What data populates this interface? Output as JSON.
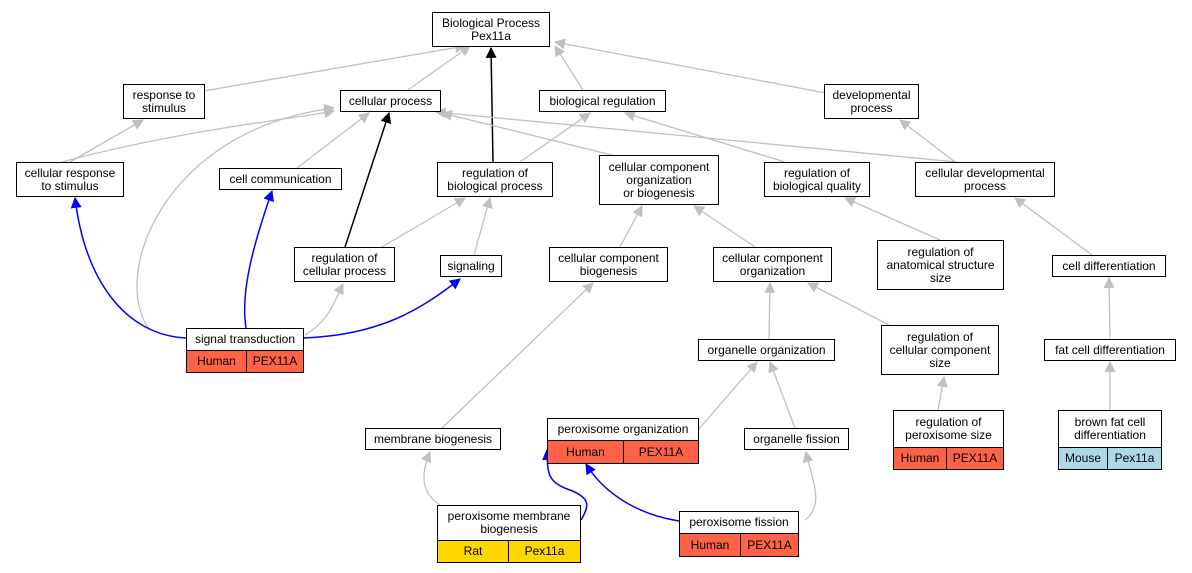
{
  "colors": {
    "is_a_edge": "#c0c0c0",
    "regulates_edge": "#000000",
    "annotation_path_edge": "#0000ff",
    "human": "#ff6347",
    "rat": "#ffd700",
    "mouse": "#add8e6"
  },
  "nodes": {
    "root": "Biological Process\nPex11a",
    "response_to_stimulus": "response to\nstimulus",
    "cellular_process": "cellular process",
    "biological_regulation": "biological regulation",
    "developmental_process": "developmental\nprocess",
    "cellular_response_to_stimulus": "cellular response\nto stimulus",
    "cell_communication": "cell communication",
    "regulation_of_biological_process": "regulation of\nbiological process",
    "cellular_component_organization_or_biogenesis": "cellular component\norganization\nor biogenesis",
    "regulation_of_biological_quality": "regulation of\nbiological quality",
    "cellular_developmental_process": "cellular developmental\nprocess",
    "regulation_of_cellular_process": "regulation of\ncellular process",
    "signaling": "signaling",
    "cellular_component_biogenesis": "cellular component\nbiogenesis",
    "cellular_component_organization": "cellular component\norganization",
    "regulation_of_anatomical_structure_size": "regulation of\nanatomical structure\nsize",
    "cell_differentiation": "cell differentiation",
    "signal_transduction": "signal transduction",
    "organelle_organization": "organelle organization",
    "regulation_of_cellular_component_size": "regulation of\ncellular component\nsize",
    "fat_cell_differentiation": "fat cell differentiation",
    "membrane_biogenesis": "membrane biogenesis",
    "peroxisome_organization": "peroxisome organization",
    "organelle_fission": "organelle fission",
    "regulation_of_peroxisome_size": "regulation of\nperoxisome size",
    "brown_fat_cell_differentiation": "brown fat cell\ndifferentiation",
    "peroxisome_membrane_biogenesis": "peroxisome membrane\nbiogenesis",
    "peroxisome_fission": "peroxisome fission"
  },
  "annotations": {
    "signal_transduction": {
      "species": "Human",
      "gene": "PEX11A"
    },
    "peroxisome_organization": {
      "species": "Human",
      "gene": "PEX11A"
    },
    "regulation_of_peroxisome_size": {
      "species": "Human",
      "gene": "PEX11A"
    },
    "brown_fat_cell_differentiation": {
      "species": "Mouse",
      "gene": "Pex11a"
    },
    "peroxisome_membrane_biogenesis": {
      "species": "Rat",
      "gene": "Pex11a"
    },
    "peroxisome_fission": {
      "species": "Human",
      "gene": "PEX11A"
    }
  }
}
